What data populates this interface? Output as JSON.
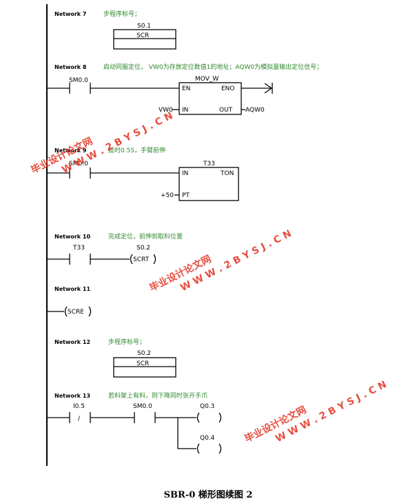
{
  "networks": {
    "n7": {
      "title": "Network 7",
      "comment": "步程序标号；",
      "block_addr": "S0.1",
      "block_name": "SCR"
    },
    "n8": {
      "title": "Network 8",
      "comment": "启动同服定位， VW0为存放定位数值1的地址；AQW0为模拟量输出定位信号；",
      "contact": "SM0.0",
      "block_name": "MOV_W",
      "pin_en": "EN",
      "pin_eno": "ENO",
      "pin_in": "IN",
      "pin_out": "OUT",
      "in_operand": "VW0",
      "out_operand": "AQW0"
    },
    "n9": {
      "title": "Network 9",
      "comment": "延时0.5S，手臂前伸",
      "contact": "SM0.0",
      "timer": "T33",
      "block_name": "TON",
      "pin_in": "IN",
      "pin_pt": "PT",
      "pt_value": "+50"
    },
    "n10": {
      "title": "Network 10",
      "comment": "完成定位，前伸到取料位置",
      "contact": "T33",
      "coil_addr": "S0.2",
      "coil": "SCRT"
    },
    "n11": {
      "title": "Network 11",
      "coil": "SCRE"
    },
    "n12": {
      "title": "Network 12",
      "comment": "步程序标号；",
      "block_addr": "S0.2",
      "block_name": "SCR"
    },
    "n13": {
      "title": "Network 13",
      "comment": "若料架上有料，则下降同时张开手爪",
      "contact1": "I0.5",
      "contact1_mark": "/",
      "contact2": "SM0.0",
      "coil1": "Q0.3",
      "coil2": "Q0.4"
    }
  },
  "watermark": {
    "text_cn": "毕业设计论文网",
    "text_url": "W W W . 2 B Y S J . C N"
  },
  "caption": "SBR-0 梯形图续图 2"
}
